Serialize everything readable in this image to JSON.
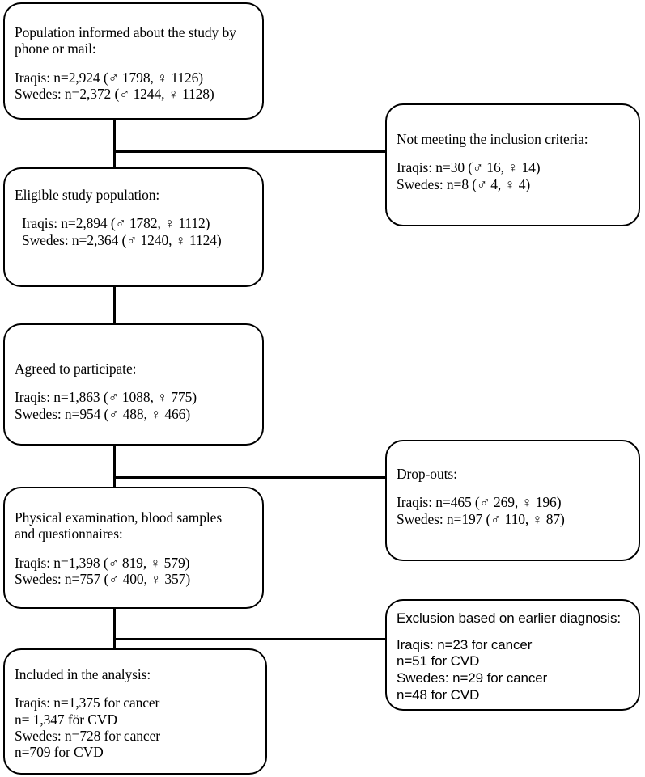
{
  "diagram": {
    "title": "Study population flow chart",
    "type": "flowchart",
    "symbols": {
      "male": "♂",
      "female": "♀"
    },
    "colors": {
      "stroke": "#000000",
      "background": "#ffffff",
      "text": "#000000"
    }
  },
  "nodes": {
    "population_informed": {
      "name": "Population informed about the study",
      "lines": [
        "Population informed about the study by",
        "phone or mail:",
        "Iraqis: n=2,924 (♂ 1798, ♀ 1126)",
        "Swedes: n=2,372 (♂ 1244, ♀ 1128)"
      ]
    },
    "not_meeting_criteria": {
      "name": "Not meeting the inclusion criteria",
      "lines": [
        "Not meeting the inclusion criteria:",
        "Iraqis: n=30 (♂ 16, ♀ 14)",
        "Swedes: n=8 (♂ 4, ♀ 4)"
      ]
    },
    "eligible_population": {
      "name": "Eligible study population",
      "lines": [
        "Eligible study population:",
        "Iraqis: n=2,894 (♂ 1782, ♀ 1112)",
        "Swedes: n=2,364 (♂ 1240, ♀ 1124)"
      ]
    },
    "agreed_to_participate": {
      "name": "Agreed to participate",
      "lines": [
        "Agreed to participate:",
        "Iraqis: n=1,863 (♂ 1088, ♀ 775)",
        "Swedes: n=954 (♂ 488, ♀ 466)"
      ]
    },
    "drop_outs": {
      "name": "Drop-outs",
      "lines": [
        "Drop-outs:",
        "Iraqis: n=465 (♂ 269, ♀ 196)",
        "Swedes: n=197 (♂ 110, ♀ 87)"
      ]
    },
    "physical_examination": {
      "name": "Physical examination, blood samples and questionnaires",
      "lines": [
        "Physical examination, blood samples",
        "and questionnaires:",
        "Iraqis: n=1,398 (♂ 819, ♀ 579)",
        "Swedes: n=757 (♂ 400, ♀ 357)"
      ]
    },
    "exclusion_earlier_diagnosis": {
      "name": "Exclusion based on earlier diagnosis",
      "lines": [
        "Exclusion based on earlier diagnosis:",
        "Iraqis: n=23 for cancer",
        "n=51 for CVD",
        "Swedes: n=29 for cancer",
        "n=48 for CVD"
      ]
    },
    "included_in_analysis": {
      "name": "Included in the analysis",
      "lines": [
        "Included in the analysis:",
        "Iraqis: n=1,375 for cancer",
        " n= 1,347 för CVD",
        "Swedes: n=728 for cancer",
        "n=709 for CVD"
      ]
    }
  }
}
